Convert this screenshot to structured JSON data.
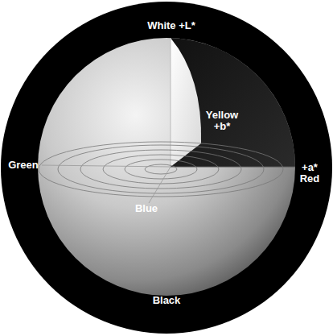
{
  "diagram": {
    "labels": [
      "White +L*",
      "Yellow +b*",
      "Green",
      "+a* Red",
      "Blue",
      "Black"
    ]
  }
}
